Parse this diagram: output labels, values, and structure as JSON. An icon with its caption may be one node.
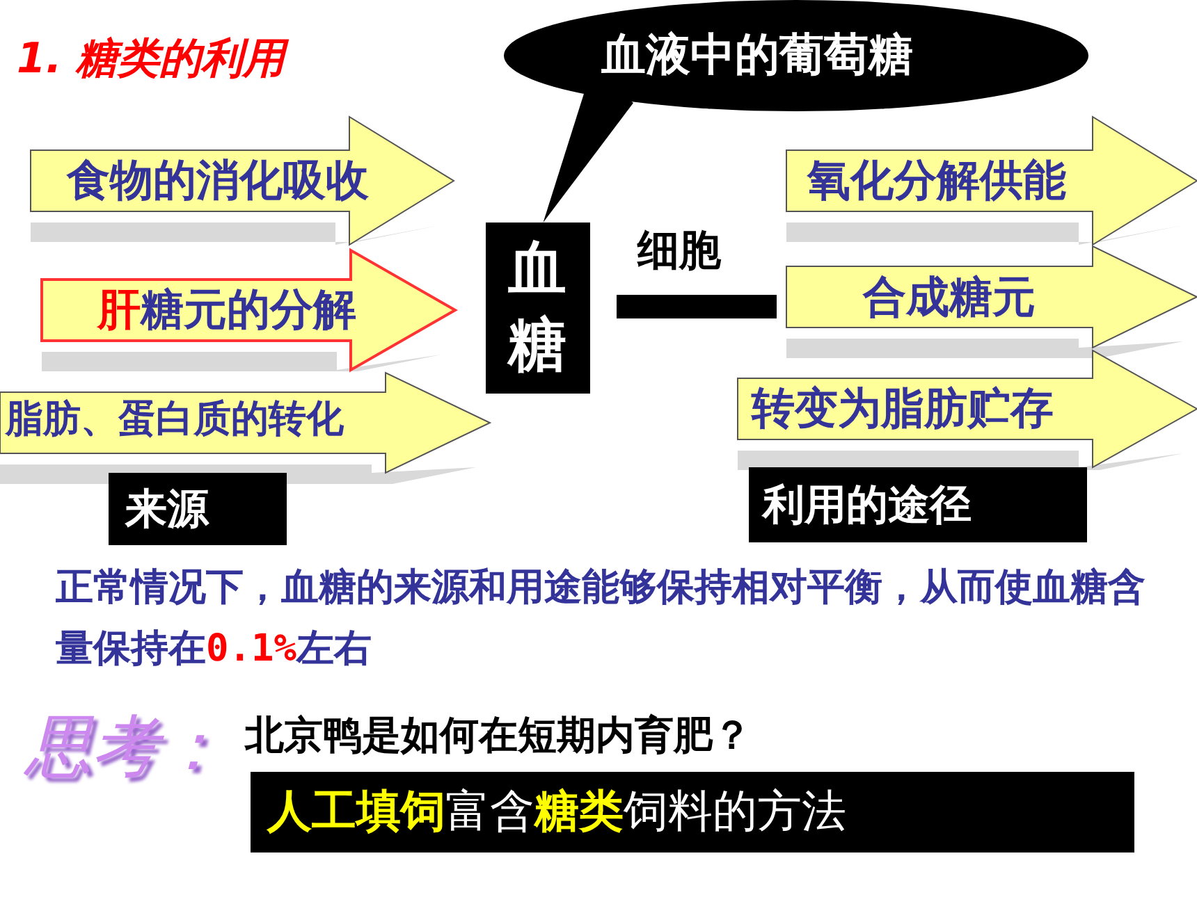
{
  "diagram": {
    "title": "1. 糖类的利用",
    "nodes": [
      {
        "text": [
          "血液中的葡萄糖"
        ]
      },
      {
        "text": [
          "食物的消化吸收"
        ]
      },
      {
        "text": [
          "**肝**糖元的分解"
        ]
      },
      {
        "text": [
          "脂肪、蛋白质的转化"
        ]
      },
      {
        "text": [
          "来源"
        ]
      },
      {
        "text": [
          "血糖"
        ]
      },
      {
        "text": [
          "氧化分解供能"
        ]
      },
      {
        "text": [
          "合成糖元"
        ]
      },
      {
        "text": [
          "转变为脂肪贮存"
        ]
      },
      {
        "text": [
          "利用的途径"
        ]
      },
      {
        "text": [
          "**人工填饲**富含**糖类**饲料的方法"
        ]
      },
      {
        "text": [],
        "shape": "bar"
      }
    ],
    "edges": [
      {
        "from": 0,
        "to": 5,
        "arrow": "none"
      }
    ],
    "labels": [
      "细胞",
      "正常情况下，血糖的来源和用途能够保持相对平衡，从而使血糖含量保持在**0.1%**左右",
      "思考：",
      "北京鸭是如何在短期内育肥？"
    ]
  }
}
